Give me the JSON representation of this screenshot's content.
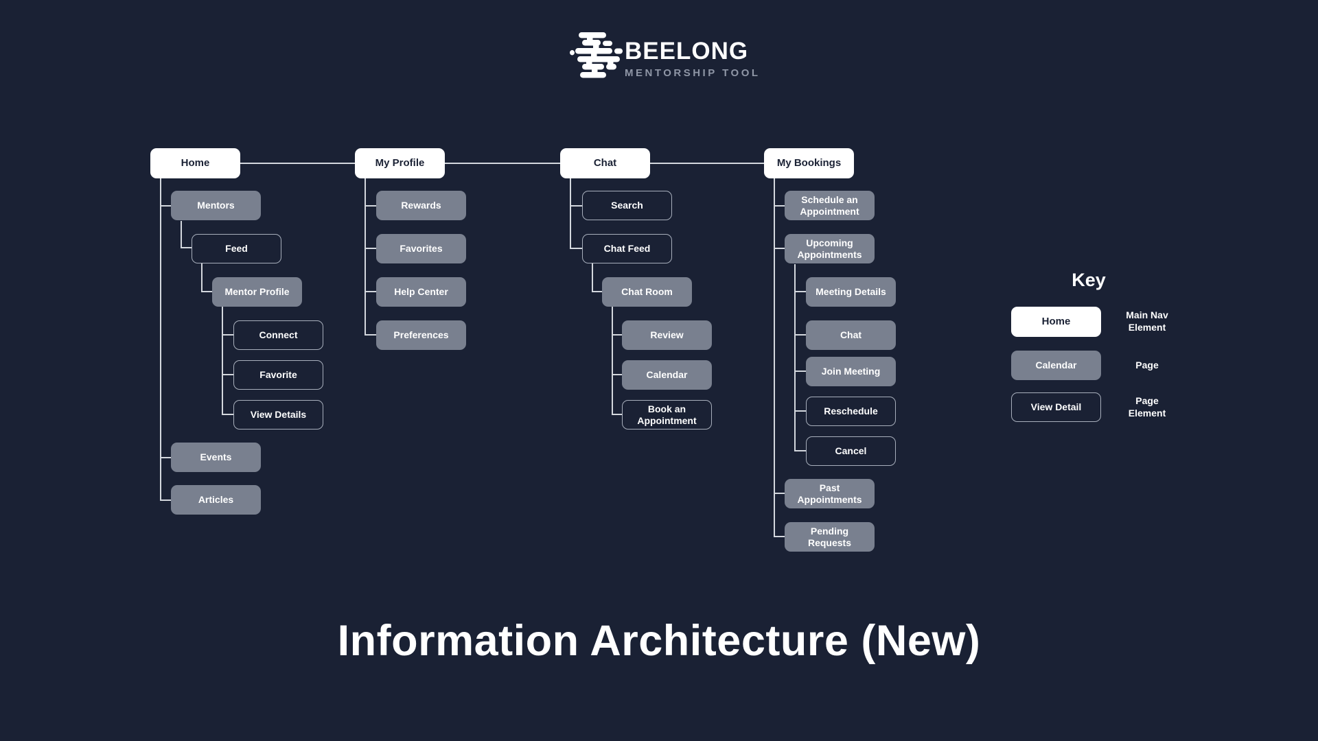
{
  "brand": {
    "name": "BEELONG",
    "tagline": "MENTORSHIP TOOL",
    "logo_icon": "beehive-icon"
  },
  "page_title": "Information Architecture (New)",
  "key": {
    "heading": "Key",
    "items": [
      {
        "box_label": "Home",
        "box_type": "nav",
        "description": "Main Nav\nElement"
      },
      {
        "box_label": "Calendar",
        "box_type": "page",
        "description": "Page"
      },
      {
        "box_label": "View Detail",
        "box_type": "element",
        "description": "Page\nElement"
      }
    ]
  },
  "colors": {
    "background": "#1a2134",
    "nav_box_bg": "#ffffff",
    "nav_box_text": "#1a2134",
    "page_box_bg": "#79808f",
    "page_box_text": "#ffffff",
    "element_box_border": "#a9b0bd",
    "element_box_text": "#ffffff",
    "connector": "#d4d8de",
    "tagline_text": "#8f96a6"
  },
  "tree": {
    "columns": [
      {
        "root": {
          "label": "Home",
          "type": "nav"
        },
        "children": [
          {
            "label": "Mentors",
            "type": "page",
            "level": 1
          },
          {
            "label": "Feed",
            "type": "element",
            "level": 2
          },
          {
            "label": "Mentor Profile",
            "type": "page",
            "level": 3
          },
          {
            "label": "Connect",
            "type": "element",
            "level": 4
          },
          {
            "label": "Favorite",
            "type": "element",
            "level": 4
          },
          {
            "label": "View Details",
            "type": "element",
            "level": 4
          },
          {
            "label": "Events",
            "type": "page",
            "level": 1
          },
          {
            "label": "Articles",
            "type": "page",
            "level": 1
          }
        ]
      },
      {
        "root": {
          "label": "My Profile",
          "type": "nav"
        },
        "children": [
          {
            "label": "Rewards",
            "type": "page",
            "level": 1
          },
          {
            "label": "Favorites",
            "type": "page",
            "level": 1
          },
          {
            "label": "Help Center",
            "type": "page",
            "level": 1
          },
          {
            "label": "Preferences",
            "type": "page",
            "level": 1
          }
        ]
      },
      {
        "root": {
          "label": "Chat",
          "type": "nav"
        },
        "children": [
          {
            "label": "Search",
            "type": "element",
            "level": 1
          },
          {
            "label": "Chat Feed",
            "type": "element",
            "level": 1
          },
          {
            "label": "Chat Room",
            "type": "page",
            "level": 2
          },
          {
            "label": "Review",
            "type": "page",
            "level": 3
          },
          {
            "label": "Calendar",
            "type": "page",
            "level": 3
          },
          {
            "label": "Book an\nAppointment",
            "type": "element",
            "level": 3
          }
        ]
      },
      {
        "root": {
          "label": "My Bookings",
          "type": "nav"
        },
        "children": [
          {
            "label": "Schedule an\nAppointment",
            "type": "page",
            "level": 1
          },
          {
            "label": "Upcoming\nAppointments",
            "type": "page",
            "level": 1
          },
          {
            "label": "Meeting Details",
            "type": "page",
            "level": 2
          },
          {
            "label": "Chat",
            "type": "page",
            "level": 2
          },
          {
            "label": "Join Meeting",
            "type": "page",
            "level": 2
          },
          {
            "label": "Reschedule",
            "type": "element",
            "level": 2
          },
          {
            "label": "Cancel",
            "type": "element",
            "level": 2
          },
          {
            "label": "Past\nAppointments",
            "type": "page",
            "level": 1
          },
          {
            "label": "Pending\nRequests",
            "type": "page",
            "level": 1
          }
        ]
      }
    ]
  }
}
